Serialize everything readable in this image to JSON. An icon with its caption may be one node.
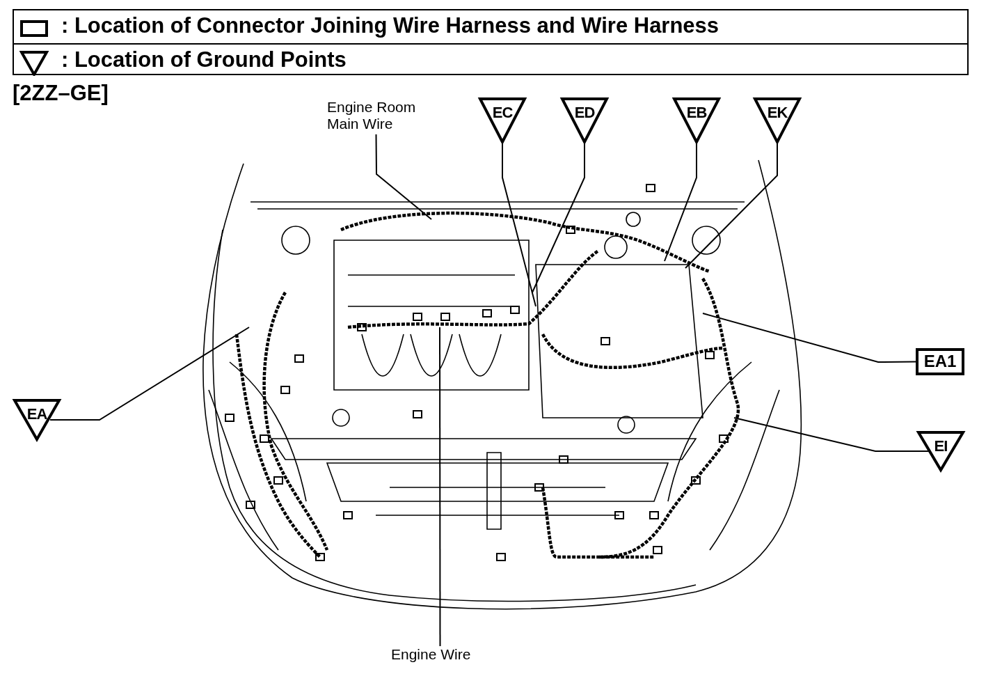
{
  "diagram": {
    "nodes": [
      {
        "text": [
          "Engine Room Main Wire"
        ]
      },
      {
        "text": [
          "EC"
        ]
      },
      {
        "text": [
          "ED"
        ]
      },
      {
        "text": [
          "EB"
        ]
      },
      {
        "text": [
          "EK"
        ]
      },
      {
        "text": [
          "EA1"
        ]
      },
      {
        "text": [
          "EI"
        ]
      },
      {
        "text": [
          "EA"
        ]
      },
      {
        "text": [
          "Engine Wire"
        ]
      }
    ],
    "edges": [
      {
        "from": 0,
        "to": null,
        "arrow": "none"
      },
      {
        "from": 1,
        "to": null,
        "arrow": "none"
      },
      {
        "from": 2,
        "to": null,
        "arrow": "none"
      },
      {
        "from": 3,
        "to": null,
        "arrow": "none"
      },
      {
        "from": 4,
        "to": null,
        "arrow": "none"
      },
      {
        "from": 5,
        "to": null,
        "arrow": "none"
      },
      {
        "from": 6,
        "to": null,
        "arrow": "none"
      },
      {
        "from": 7,
        "to": null,
        "arrow": "none"
      },
      {
        "from": 8,
        "to": null,
        "arrow": "none"
      }
    ],
    "labels": [
      "[2ZZ–GE]"
    ],
    "legend": [
      {
        "text": ": Location of Connector Joining Wire Harness and Wire Harness"
      },
      {
        "text": ": Location of Ground Points"
      }
    ]
  }
}
